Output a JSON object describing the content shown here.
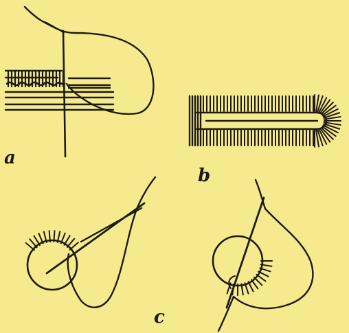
{
  "figure": {
    "background": "#f6ea8e",
    "ink": "#1e1a12",
    "labels": {
      "a": "a",
      "b": "b",
      "c": "c"
    }
  }
}
